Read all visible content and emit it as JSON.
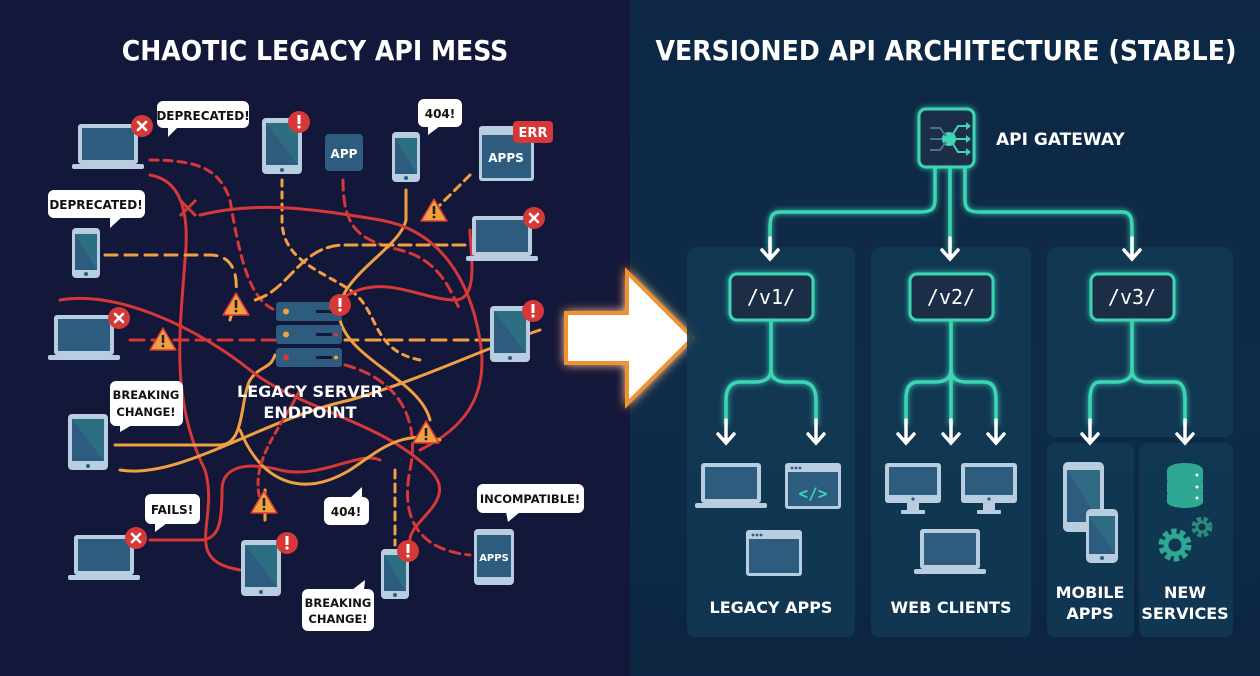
{
  "left_panel": {
    "title": "CHAOTIC LEGACY API MESS",
    "server_label_line1": "LEGACY SERVER",
    "server_label_line2": "ENDPOINT",
    "bubbles": {
      "deprecated_top": "DEPRECATED!",
      "deprecated_left": "DEPRECATED!",
      "breaking_change_1_line1": "BREAKING",
      "breaking_change_1_line2": "CHANGE!",
      "breaking_change_2_line1": "BREAKING",
      "breaking_change_2_line2": "CHANGE!",
      "not_found_top": "404!",
      "not_found_mid": "404!",
      "fails": "FAILS!",
      "incompatible": "INCOMPATIBLE!"
    },
    "tile_app": "APP",
    "tile_apps_window": "APPS",
    "tile_apps_window_badge": "ERR",
    "tile_apps_tablet": "APPS",
    "colors": {
      "red": "#d63838",
      "orange": "#f0a040",
      "device": "#b8cde0",
      "screen": "#2e5c7e"
    }
  },
  "transition_arrow": {
    "fill": "#ffffff",
    "outline": "#f0922e"
  },
  "right_panel": {
    "title": "VERSIONED API ARCHITECTURE (STABLE)",
    "gateway_label": "API GATEWAY",
    "versions": [
      {
        "path": "/v1/",
        "groups": [
          {
            "label": "LEGACY APPS"
          }
        ]
      },
      {
        "path": "/v2/",
        "groups": [
          {
            "label": "WEB CLIENTS"
          }
        ]
      },
      {
        "path": "/v3/",
        "groups": [
          {
            "label_line1": "MOBILE",
            "label_line2": "APPS"
          },
          {
            "label_line1": "NEW",
            "label_line2": "SERVICES"
          }
        ]
      }
    ],
    "code_glyph": "</>",
    "colors": {
      "teal": "#3ed6b5",
      "panel": "#123a55"
    }
  }
}
